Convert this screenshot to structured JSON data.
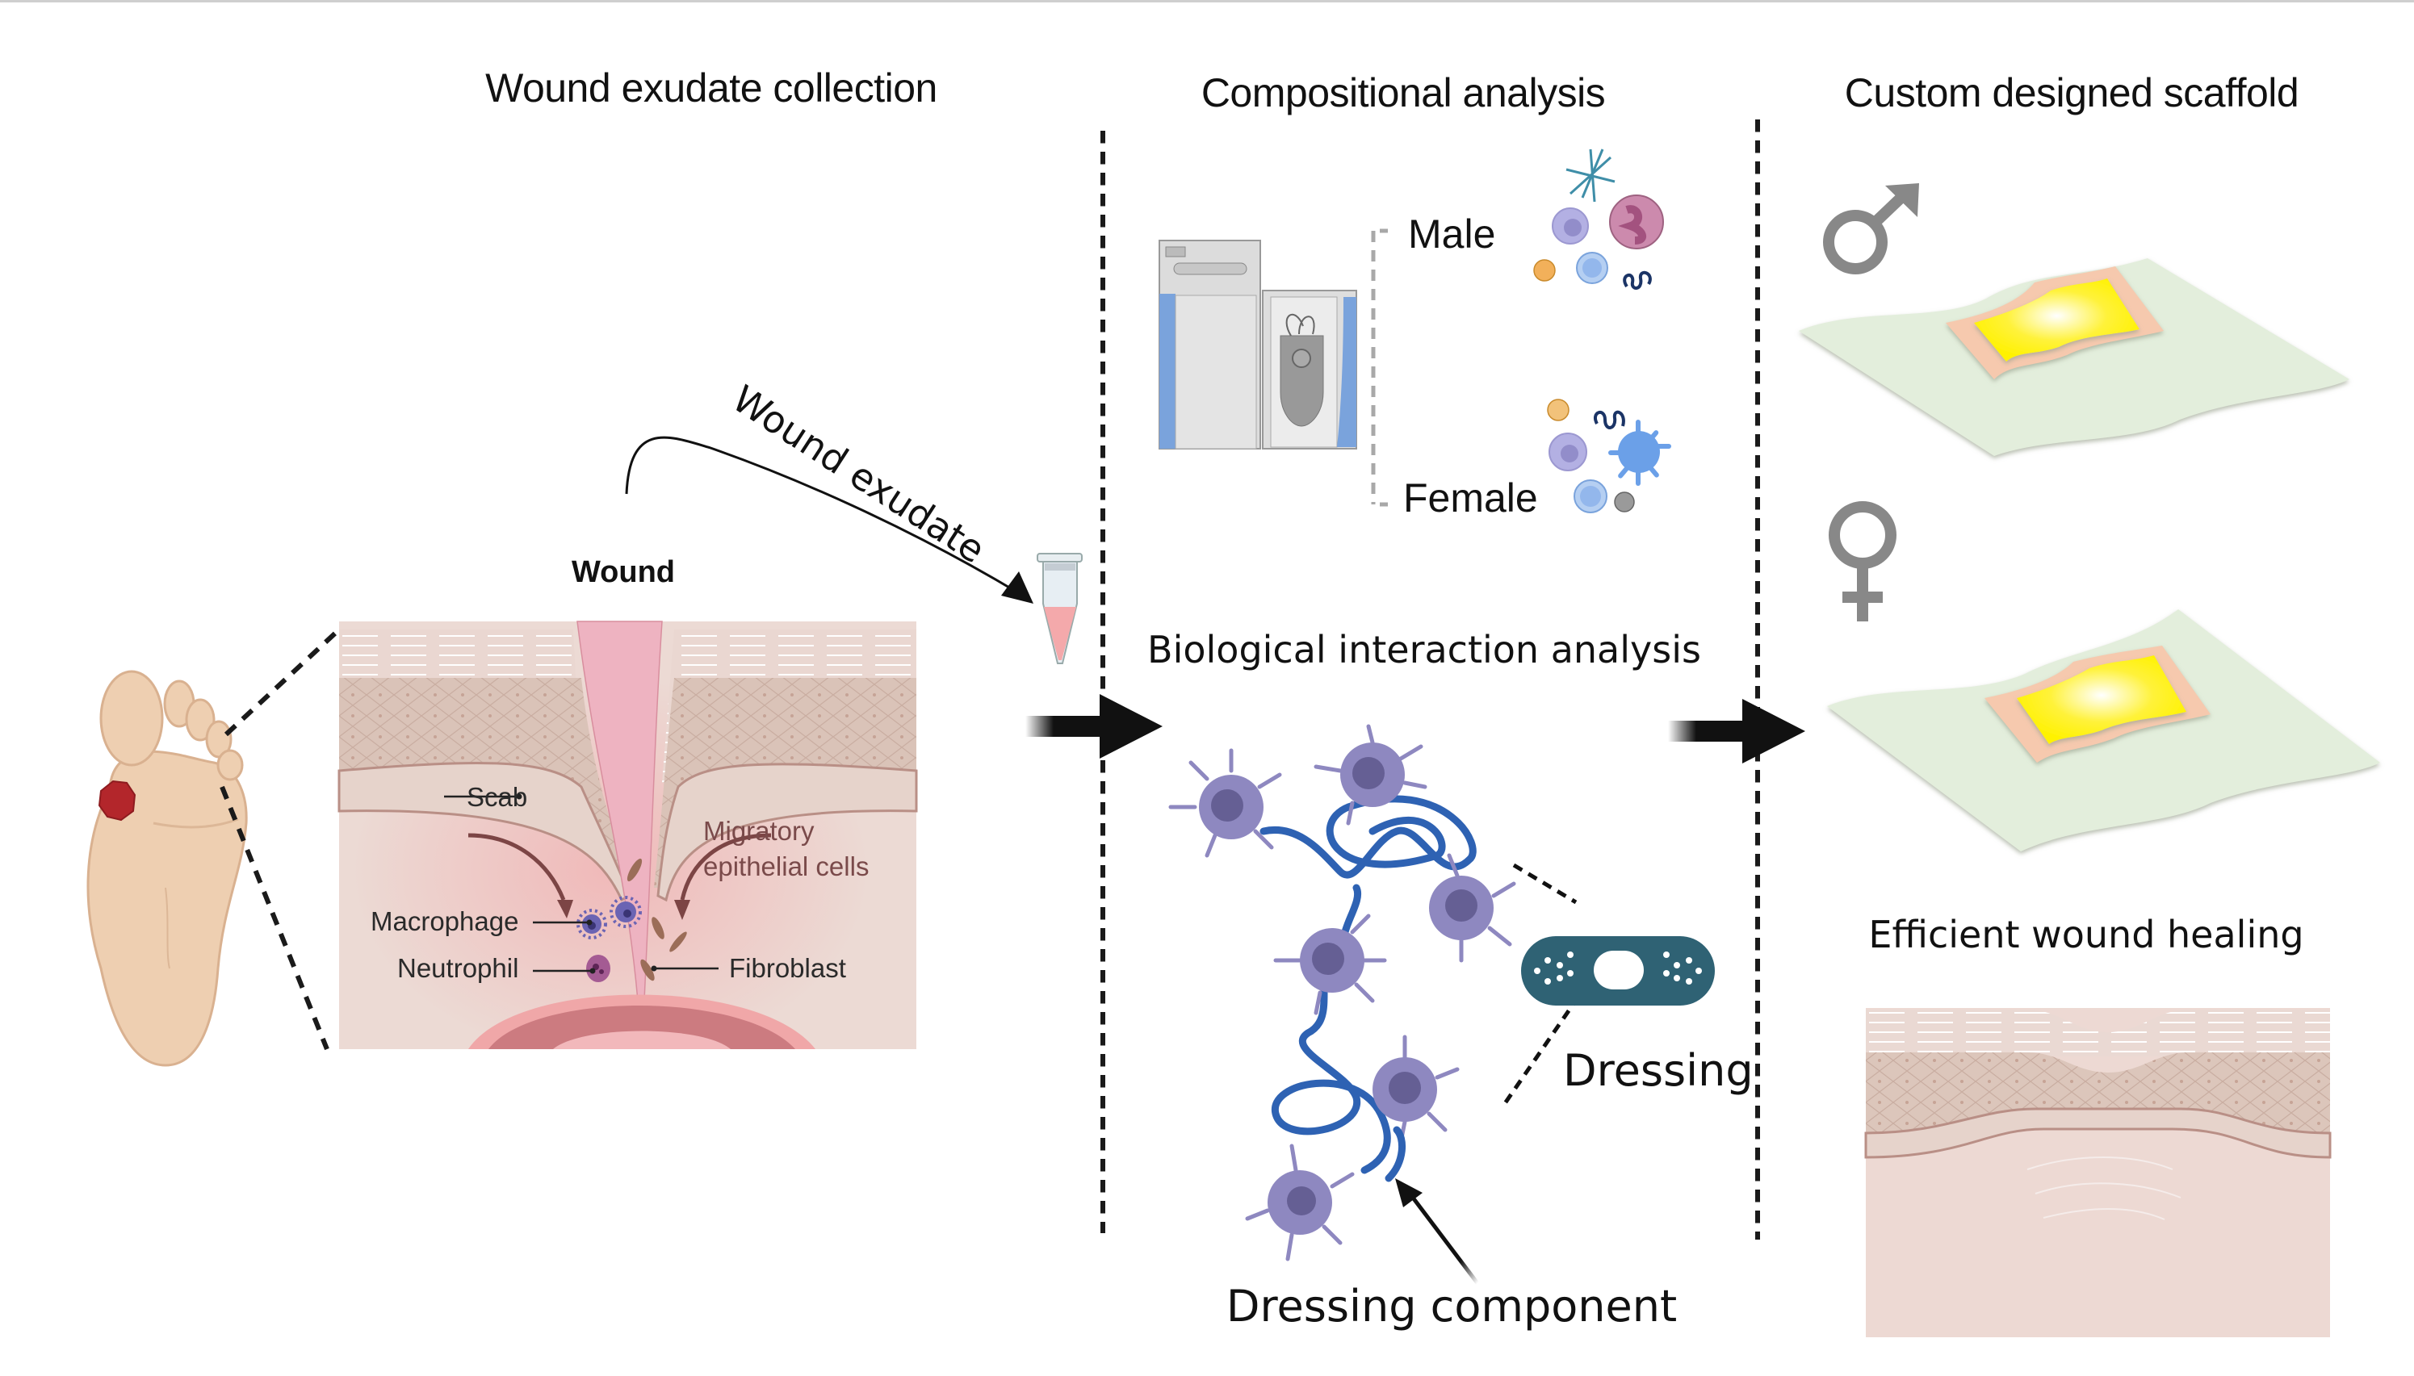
{
  "panels": {
    "collection": {
      "title": "Wound exudate collection",
      "arrow_label": "Wound exudate",
      "wound_title": "Wound",
      "labels": {
        "scab": "Scab",
        "migratory": [
          "Migratory",
          "epithelial cells"
        ],
        "macrophage": "Macrophage",
        "neutrophil": "Neutrophil",
        "fibroblast": "Fibroblast"
      }
    },
    "composition": {
      "title": "Compositional analysis",
      "groups": [
        {
          "label": "Male"
        },
        {
          "label": "Female"
        }
      ]
    },
    "interaction": {
      "title": "Biological interaction analysis",
      "dressing_label": "Dressing",
      "component_label": "Dressing component"
    },
    "scaffold": {
      "title": "Custom designed scaffold",
      "sex_symbols": [
        "male-symbol",
        "female-symbol"
      ],
      "outcome_title": "Efficient wound healing"
    }
  },
  "colors": {
    "text": "#111111",
    "skin_light": "#ecd9d3",
    "skin_epidermis": "#d9c1b6",
    "scab": "#eeb3c1",
    "foot": "#eecfb1",
    "ulcer": "#b3262b",
    "cell_purple": "#8e88c0",
    "cell_nucleus": "#655f94",
    "fiber_blue": "#2e62b3",
    "bandage": "#2f6274",
    "scaffold_base": "#e3eedc",
    "scaffold_mid": "#f6c9ae",
    "scaffold_top": "#fff200",
    "symbol_gray": "#888888",
    "instrument_blue": "#7aa3dc"
  }
}
